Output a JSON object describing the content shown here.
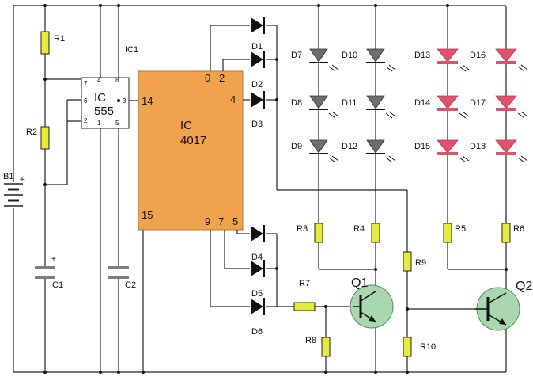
{
  "colors": {
    "wire": "#222222",
    "resistor": "#e6ea3a",
    "ic_body": "#f0a24d",
    "diode": "#111111",
    "led_gray": "#6e6e6e",
    "led_red": "#e0516b",
    "transistor": "#a9d8b0",
    "capacitor": "#7f7f7f"
  },
  "labels": {
    "R1": "R1",
    "R2": "R2",
    "R3": "R3",
    "R4": "R4",
    "R5": "R5",
    "R6": "R6",
    "R7": "R7",
    "R8": "R8",
    "R9": "R9",
    "R10": "R10",
    "B1": "B1",
    "C1": "C1",
    "C2": "C2",
    "IC1": "IC1",
    "D1": "D1",
    "D2": "D2",
    "D3": "D3",
    "D4": "D4",
    "D5": "D5",
    "D6": "D6",
    "D7": "D7",
    "D8": "D8",
    "D9": "D9",
    "D10": "D10",
    "D11": "D11",
    "D12": "D12",
    "D13": "D13",
    "D14": "D14",
    "D15": "D15",
    "D16": "D16",
    "D17": "D17",
    "D18": "D18",
    "Q1": "Q1",
    "Q2": "Q2",
    "plus": "+"
  },
  "ic555": {
    "line1": "IC",
    "line2": "555",
    "pin7": "7",
    "pin4": "4",
    "pin8": "8",
    "pin6": "6",
    "pin3": "3",
    "pin2": "2",
    "pin1": "1",
    "pin5": "5"
  },
  "ic4017": {
    "line1": "IC",
    "line2": "4017",
    "pin14": "14",
    "pin15": "15",
    "pin0": "0",
    "pin2": "2",
    "pin4": "4",
    "pin9": "9",
    "pin7": "7",
    "pin5": "5"
  }
}
